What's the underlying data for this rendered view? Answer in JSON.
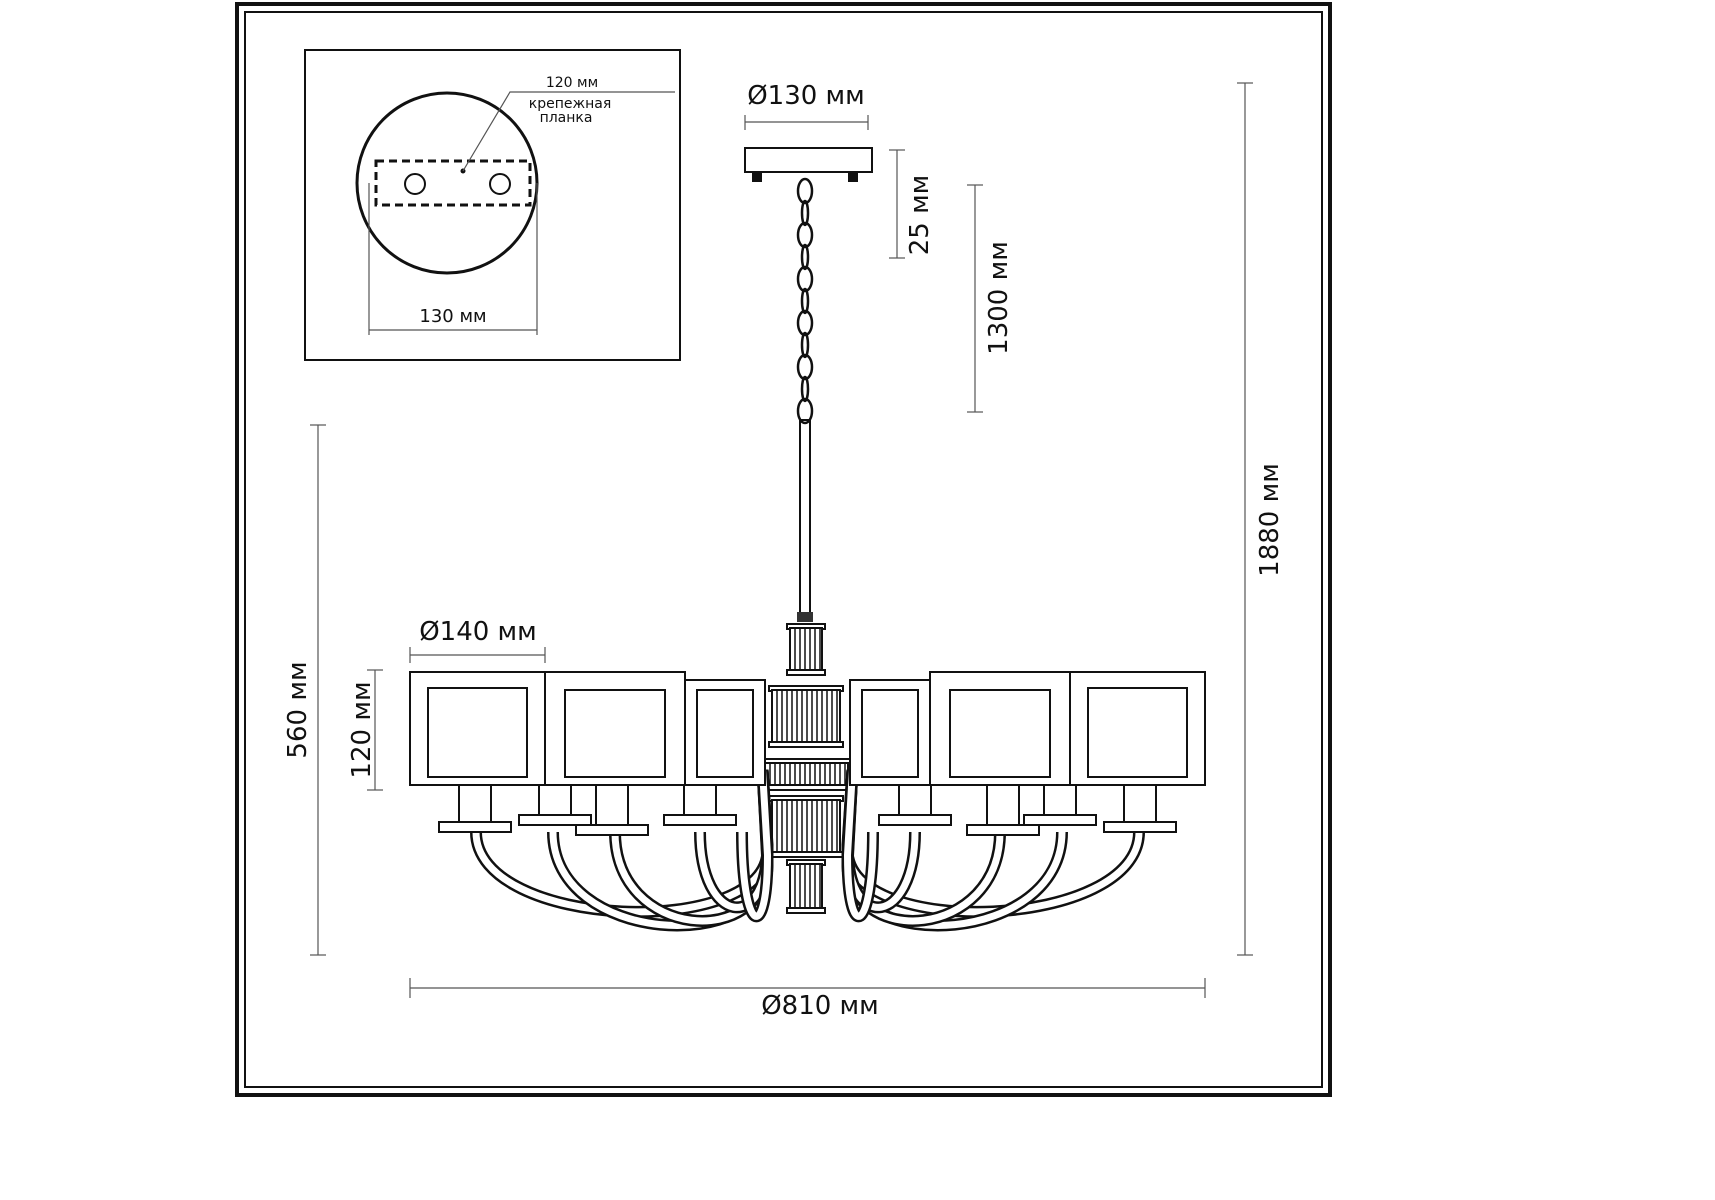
{
  "inset": {
    "bracket_length": "120 мм",
    "bracket_label_line1": "крепежная",
    "bracket_label_line2": "планка",
    "plate_diameter": "130 мм"
  },
  "dimensions": {
    "canopy_diameter": "Ø130 мм",
    "canopy_height": "25 мм",
    "chain_length": "1300 мм",
    "total_height": "1880 мм",
    "body_height": "560 мм",
    "shade_height": "120 мм",
    "shade_diameter": "Ø140 мм",
    "overall_diameter": "Ø810 мм"
  },
  "colors": {
    "line": "#111111",
    "dimension": "#555555",
    "background": "#ffffff"
  }
}
